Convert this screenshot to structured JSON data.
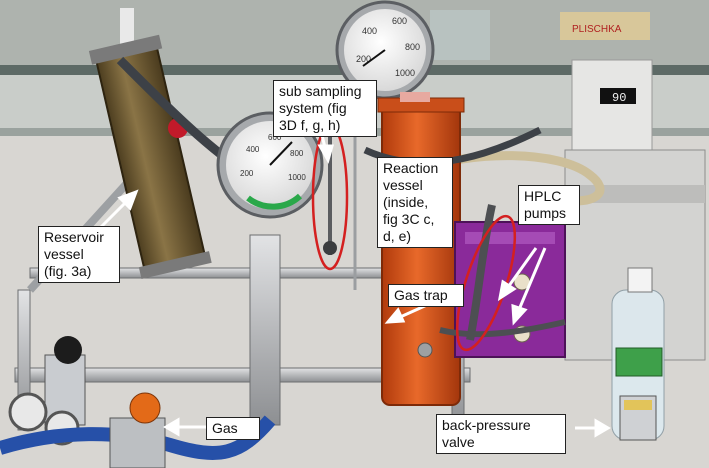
{
  "image": {
    "description_free": true,
    "labels": {
      "reservoir": "Reservoir\nvessel\n(fig. 3a)",
      "sub_sampling": "sub sampling\nsystem (fig\n3D f, g, h)",
      "reaction": "Reaction\nvessel\n(inside,\nfig 3C c,\nd, e)",
      "hplc": "HPLC\npumps",
      "gas_trap": "Gas trap",
      "gas": "Gas",
      "back_pressure": "back-pressure\nvalve"
    },
    "gauge_top_ticks": [
      "200",
      "400",
      "600",
      "800",
      "1000"
    ],
    "gauge_mid_ticks": [
      "200",
      "400",
      "600",
      "800",
      "1000"
    ],
    "box_sign": "PLISCHKA",
    "thermostat_display": "90",
    "colors": {
      "annotation_ellipse": "#d42020",
      "arrow": "#ffffff",
      "reaction_vessel": "#d4541c",
      "reservoir_vessel": "#6e5a30",
      "pump_body": "#8a2a9a",
      "frame": "#b8b9bb"
    }
  }
}
